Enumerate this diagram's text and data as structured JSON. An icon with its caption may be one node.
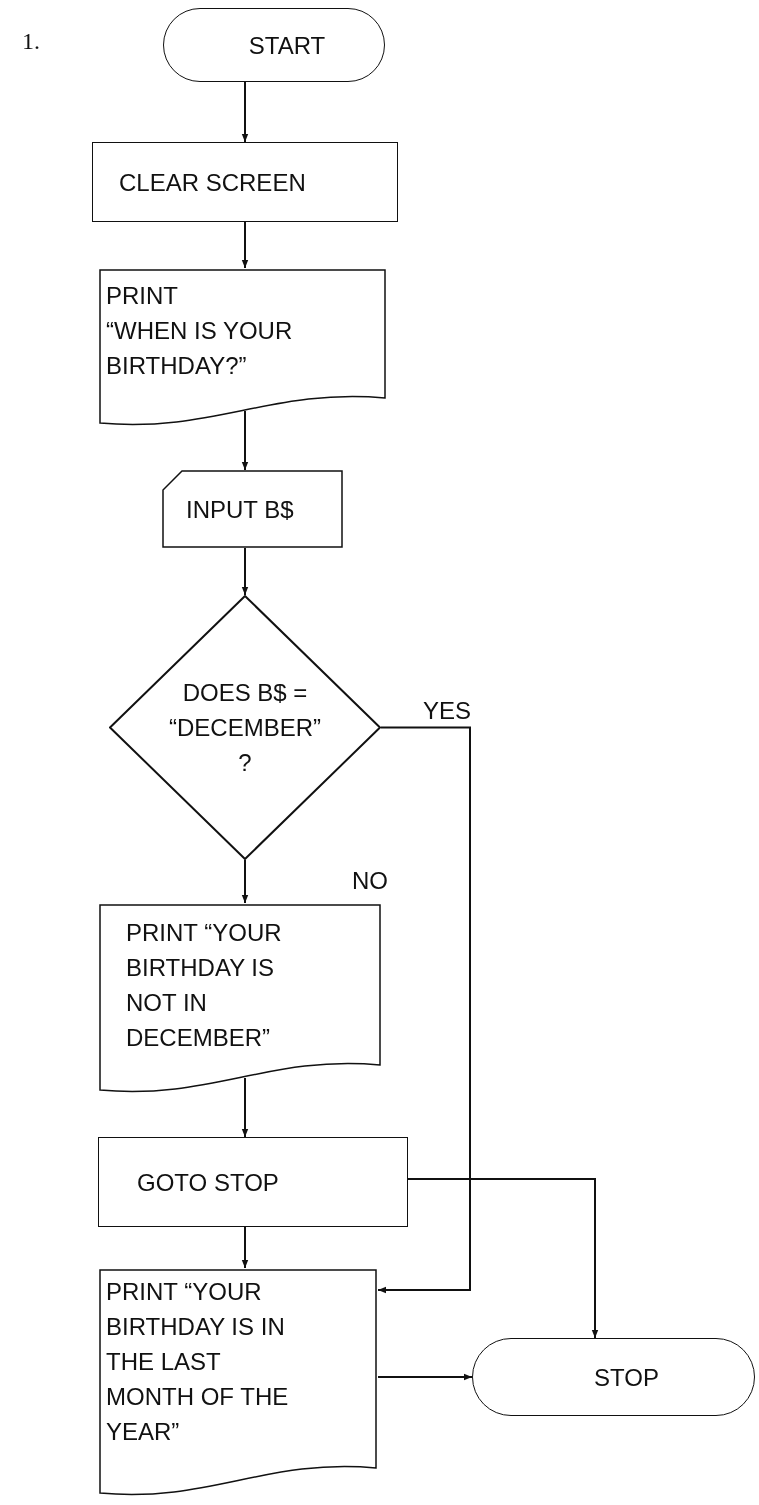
{
  "diagram": {
    "nodes": [
      {
        "text": [
          "START"
        ]
      },
      {
        "text": [
          "CLEAR SCREEN"
        ]
      },
      {
        "text": [
          "PRINT",
          "“WHEN IS YOUR BIRTHDAY?”"
        ]
      },
      {
        "text": [
          "INPUT B$"
        ]
      },
      {
        "text": [
          "DOES B$ = “DECEMBER” ?"
        ]
      },
      {
        "text": [
          "PRINT “YOUR BIRTHDAY IS NOT IN DECEMBER”"
        ]
      },
      {
        "text": [
          "GOTO STOP"
        ]
      },
      {
        "text": [
          "PRINT “YOUR BIRTHDAY IS IN THE LAST MONTH OF THE YEAR”"
        ]
      },
      {
        "text": [
          "STOP"
        ]
      }
    ],
    "edges": [
      {
        "from": 0,
        "to": 1,
        "arrow": "to"
      },
      {
        "from": 1,
        "to": 2,
        "arrow": "to"
      },
      {
        "from": 2,
        "to": 3,
        "arrow": "to"
      },
      {
        "from": 3,
        "to": 4,
        "arrow": "to"
      },
      {
        "from": 4,
        "to": 5,
        "arrow": "to",
        "label": "NO"
      },
      {
        "from": 4,
        "to": 7,
        "arrow": "to",
        "label": "YES"
      },
      {
        "from": 5,
        "to": 6,
        "arrow": "to"
      },
      {
        "from": 6,
        "to": 7,
        "arrow": "to"
      },
      {
        "from": 6,
        "to": 8,
        "arrow": "to"
      },
      {
        "from": 7,
        "to": 8,
        "arrow": "to"
      }
    ],
    "labels": [
      "1."
    ]
  }
}
